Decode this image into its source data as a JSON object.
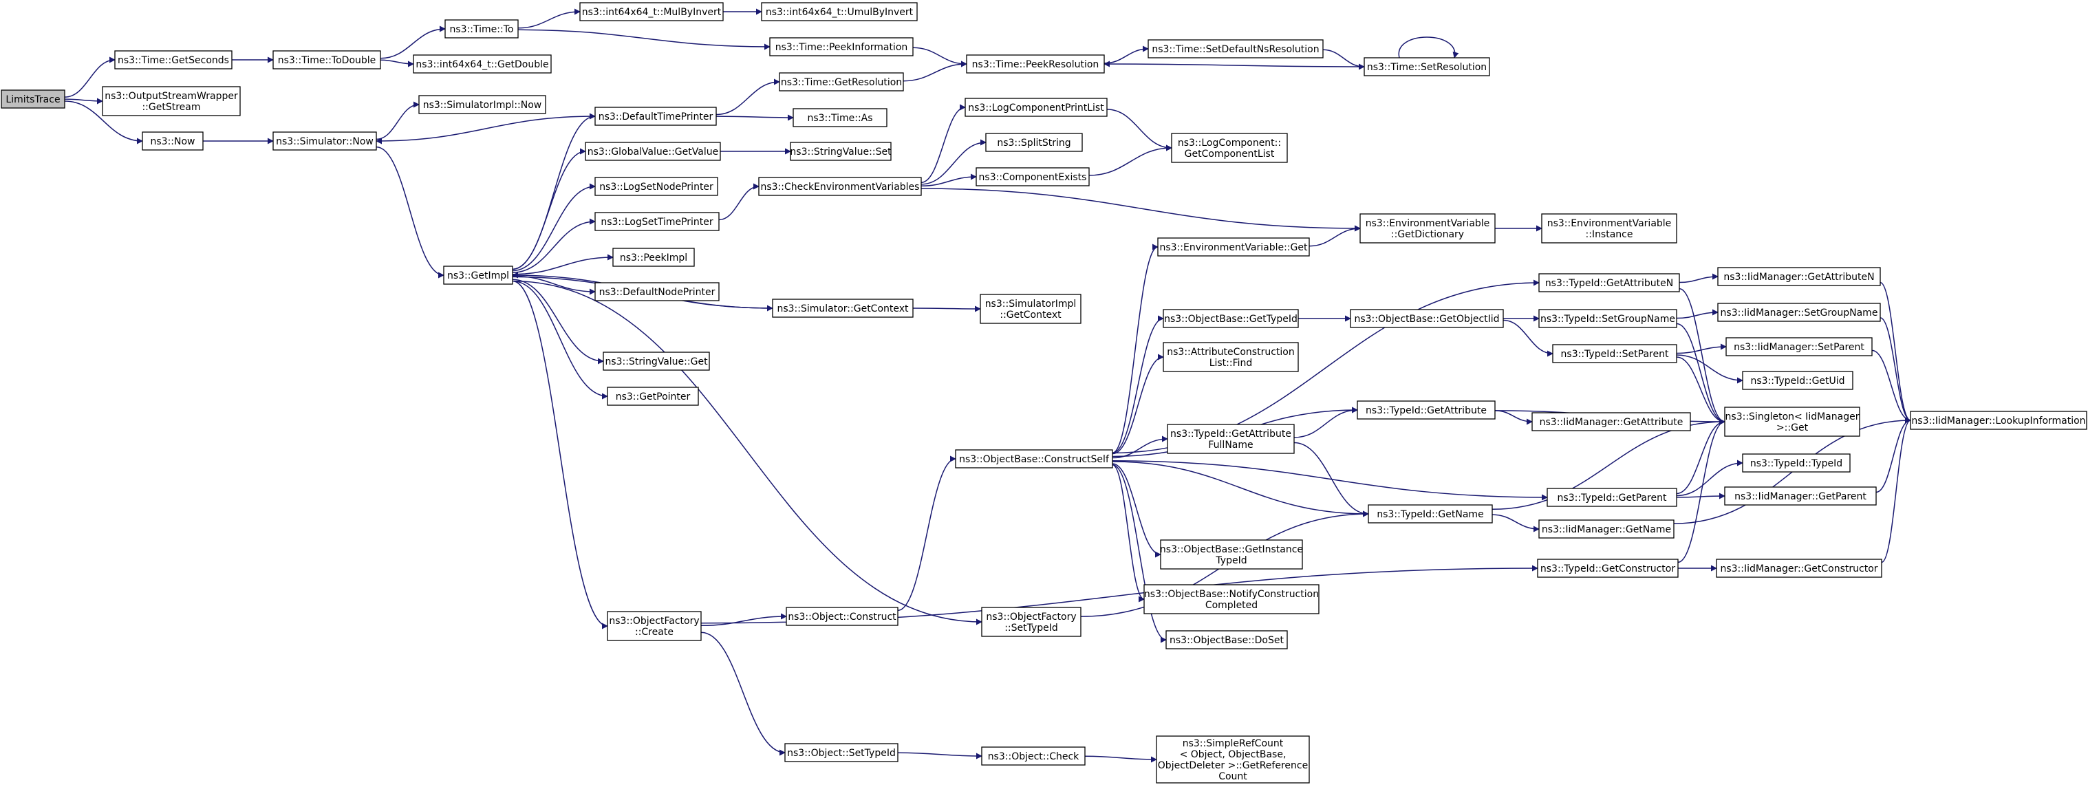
{
  "nodes": [
    {
      "id": "limits",
      "lines": [
        "LimitsTrace"
      ],
      "root": true
    },
    {
      "id": "getseconds",
      "lines": [
        "ns3::Time::GetSeconds"
      ]
    },
    {
      "id": "osw",
      "lines": [
        "ns3::OutputStreamWrapper",
        "::GetStream"
      ]
    },
    {
      "id": "now",
      "lines": [
        "ns3::Now"
      ]
    },
    {
      "id": "todouble",
      "lines": [
        "ns3::Time::ToDouble"
      ]
    },
    {
      "id": "simnow",
      "lines": [
        "ns3::Simulator::Now"
      ]
    },
    {
      "id": "timeto",
      "lines": [
        "ns3::Time::To"
      ]
    },
    {
      "id": "i64getdouble",
      "lines": [
        "ns3::int64x64_t::GetDouble"
      ]
    },
    {
      "id": "simimplnow",
      "lines": [
        "ns3::SimulatorImpl::Now"
      ]
    },
    {
      "id": "getimpl",
      "lines": [
        "ns3::GetImpl"
      ]
    },
    {
      "id": "mulbyinvert",
      "lines": [
        "ns3::int64x64_t::MulByInvert"
      ]
    },
    {
      "id": "umulbyinvert",
      "lines": [
        "ns3::int64x64_t::UmulByInvert"
      ]
    },
    {
      "id": "peekinfo",
      "lines": [
        "ns3::Time::PeekInformation"
      ]
    },
    {
      "id": "peekres",
      "lines": [
        "ns3::Time::PeekResolution"
      ]
    },
    {
      "id": "setdefns",
      "lines": [
        "ns3::Time::SetDefaultNsResolution"
      ]
    },
    {
      "id": "setres",
      "lines": [
        "ns3::Time::SetResolution"
      ]
    },
    {
      "id": "deftimeprinter",
      "lines": [
        "ns3::DefaultTimePrinter"
      ]
    },
    {
      "id": "getres",
      "lines": [
        "ns3::Time::GetResolution"
      ]
    },
    {
      "id": "timeas",
      "lines": [
        "ns3::Time::As"
      ]
    },
    {
      "id": "gvgetvalue",
      "lines": [
        "ns3::GlobalValue::GetValue"
      ]
    },
    {
      "id": "svset",
      "lines": [
        "ns3::StringValue::Set"
      ]
    },
    {
      "id": "lognodeprinter",
      "lines": [
        "ns3::LogSetNodePrinter"
      ]
    },
    {
      "id": "logtimeprinter",
      "lines": [
        "ns3::LogSetTimePrinter"
      ]
    },
    {
      "id": "checkenv",
      "lines": [
        "ns3::CheckEnvironmentVariables"
      ]
    },
    {
      "id": "peekimpl",
      "lines": [
        "ns3::PeekImpl"
      ]
    },
    {
      "id": "defnodeprinter",
      "lines": [
        "ns3::DefaultNodePrinter"
      ]
    },
    {
      "id": "simgetcontext",
      "lines": [
        "ns3::Simulator::GetContext"
      ]
    },
    {
      "id": "simimplgetcontext",
      "lines": [
        "ns3::SimulatorImpl",
        "::GetContext"
      ]
    },
    {
      "id": "svget",
      "lines": [
        "ns3::StringValue::Get"
      ]
    },
    {
      "id": "getpointer",
      "lines": [
        "ns3::GetPointer"
      ]
    },
    {
      "id": "logprintlist",
      "lines": [
        "ns3::LogComponentPrintList"
      ]
    },
    {
      "id": "splitstring",
      "lines": [
        "ns3::SplitString"
      ]
    },
    {
      "id": "compexists",
      "lines": [
        "ns3::ComponentExists"
      ]
    },
    {
      "id": "logcomplist",
      "lines": [
        "ns3::LogComponent::",
        "GetComponentList"
      ]
    },
    {
      "id": "envgetdict",
      "lines": [
        "ns3::EnvironmentVariable",
        "::GetDictionary"
      ]
    },
    {
      "id": "envinstance",
      "lines": [
        "ns3::EnvironmentVariable",
        "::Instance"
      ]
    },
    {
      "id": "envget",
      "lines": [
        "ns3::EnvironmentVariable::Get"
      ]
    },
    {
      "id": "tidgetattrn",
      "lines": [
        "ns3::TypeId::GetAttributeN"
      ]
    },
    {
      "id": "iidgetattrn",
      "lines": [
        "ns3::IidManager::GetAttributeN"
      ]
    },
    {
      "id": "obgettypeid",
      "lines": [
        "ns3::ObjectBase::GetTypeId"
      ]
    },
    {
      "id": "obgetobjtid",
      "lines": [
        "ns3::ObjectBase::GetObjectIid"
      ]
    },
    {
      "id": "tidsetgroup",
      "lines": [
        "ns3::TypeId::SetGroupName"
      ]
    },
    {
      "id": "iidsetgroup",
      "lines": [
        "ns3::IidManager::SetGroupName"
      ]
    },
    {
      "id": "tidsetparent",
      "lines": [
        "ns3::TypeId::SetParent"
      ]
    },
    {
      "id": "iidsetparent",
      "lines": [
        "ns3::IidManager::SetParent"
      ]
    },
    {
      "id": "tidgetuid",
      "lines": [
        "ns3::TypeId::GetUid"
      ]
    },
    {
      "id": "acfind",
      "lines": [
        "ns3::AttributeConstruction",
        "List::Find"
      ]
    },
    {
      "id": "tidgetattr",
      "lines": [
        "ns3::TypeId::GetAttribute"
      ]
    },
    {
      "id": "iidgetattr",
      "lines": [
        "ns3::IidManager::GetAttribute"
      ]
    },
    {
      "id": "singleton",
      "lines": [
        "ns3::Singleton< IidManager",
        " >::Get"
      ]
    },
    {
      "id": "lookup",
      "lines": [
        "ns3::IidManager::LookupInformation"
      ]
    },
    {
      "id": "tidgetattrfull",
      "lines": [
        "ns3::TypeId::GetAttribute",
        "FullName"
      ]
    },
    {
      "id": "construct_self",
      "lines": [
        "ns3::ObjectBase::ConstructSelf"
      ]
    },
    {
      "id": "tidtypeid",
      "lines": [
        "ns3::TypeId::TypeId"
      ]
    },
    {
      "id": "tidgetparent",
      "lines": [
        "ns3::TypeId::GetParent"
      ]
    },
    {
      "id": "iidgetparent",
      "lines": [
        "ns3::IidManager::GetParent"
      ]
    },
    {
      "id": "tidgetname",
      "lines": [
        "ns3::TypeId::GetName"
      ]
    },
    {
      "id": "iidgetname",
      "lines": [
        "ns3::IidManager::GetName"
      ]
    },
    {
      "id": "obgetinstance",
      "lines": [
        "ns3::ObjectBase::GetInstance",
        "TypeId"
      ]
    },
    {
      "id": "tidgetctor",
      "lines": [
        "ns3::TypeId::GetConstructor"
      ]
    },
    {
      "id": "iidgetctor",
      "lines": [
        "ns3::IidManager::GetConstructor"
      ]
    },
    {
      "id": "obnotify",
      "lines": [
        "ns3::ObjectBase::NotifyConstruction",
        "Completed"
      ]
    },
    {
      "id": "ofcreate",
      "lines": [
        "ns3::ObjectFactory",
        "::Create"
      ]
    },
    {
      "id": "objconstruct",
      "lines": [
        "ns3::Object::Construct"
      ]
    },
    {
      "id": "ofsettypeid",
      "lines": [
        "ns3::ObjectFactory",
        "::SetTypeId"
      ]
    },
    {
      "id": "obdoset",
      "lines": [
        "ns3::ObjectBase::DoSet"
      ]
    },
    {
      "id": "objsettypeid",
      "lines": [
        "ns3::Object::SetTypeId"
      ]
    },
    {
      "id": "objcheck",
      "lines": [
        "ns3::Object::Check"
      ]
    },
    {
      "id": "simplerefcount",
      "lines": [
        "ns3::SimpleRefCount",
        "< Object, ObjectBase,",
        " ObjectDeleter >::GetReference",
        "Count"
      ]
    }
  ],
  "edges": [
    [
      "limits",
      "getseconds"
    ],
    [
      "limits",
      "osw"
    ],
    [
      "limits",
      "now"
    ],
    [
      "getseconds",
      "todouble"
    ],
    [
      "todouble",
      "timeto"
    ],
    [
      "todouble",
      "i64getdouble"
    ],
    [
      "timeto",
      "mulbyinvert"
    ],
    [
      "timeto",
      "peekinfo"
    ],
    [
      "mulbyinvert",
      "umulbyinvert"
    ],
    [
      "peekinfo",
      "peekres"
    ],
    [
      "peekres",
      "setdefns"
    ],
    [
      "setdefns",
      "setres"
    ],
    [
      "setres",
      "peekres"
    ],
    [
      "setres",
      "setres"
    ],
    [
      "now",
      "simnow"
    ],
    [
      "simnow",
      "simimplnow"
    ],
    [
      "simnow",
      "getimpl"
    ],
    [
      "getimpl",
      "deftimeprinter"
    ],
    [
      "getimpl",
      "gvgetvalue"
    ],
    [
      "getimpl",
      "lognodeprinter"
    ],
    [
      "getimpl",
      "logtimeprinter"
    ],
    [
      "getimpl",
      "peekimpl"
    ],
    [
      "getimpl",
      "defnodeprinter"
    ],
    [
      "getimpl",
      "simgetcontext"
    ],
    [
      "getimpl",
      "svget"
    ],
    [
      "getimpl",
      "getpointer"
    ],
    [
      "getimpl",
      "ofcreate"
    ],
    [
      "getimpl",
      "ofsettypeid"
    ],
    [
      "deftimeprinter",
      "simnow"
    ],
    [
      "deftimeprinter",
      "getres"
    ],
    [
      "deftimeprinter",
      "timeas"
    ],
    [
      "getres",
      "peekres"
    ],
    [
      "gvgetvalue",
      "svset"
    ],
    [
      "logtimeprinter",
      "checkenv"
    ],
    [
      "checkenv",
      "logprintlist"
    ],
    [
      "checkenv",
      "splitstring"
    ],
    [
      "checkenv",
      "compexists"
    ],
    [
      "checkenv",
      "envgetdict"
    ],
    [
      "logprintlist",
      "logcomplist"
    ],
    [
      "compexists",
      "logcomplist"
    ],
    [
      "envgetdict",
      "envinstance"
    ],
    [
      "envget",
      "envgetdict"
    ],
    [
      "simgetcontext",
      "getimpl"
    ],
    [
      "simgetcontext",
      "simimplgetcontext"
    ],
    [
      "ofcreate",
      "objconstruct"
    ],
    [
      "ofcreate",
      "objsettypeid"
    ],
    [
      "ofcreate",
      "tidgetctor"
    ],
    [
      "objconstruct",
      "construct_self"
    ],
    [
      "ofsettypeid",
      "tidgetname"
    ],
    [
      "objsettypeid",
      "objcheck"
    ],
    [
      "objcheck",
      "simplerefcount"
    ],
    [
      "construct_self",
      "envget"
    ],
    [
      "construct_self",
      "tidgetattrn"
    ],
    [
      "construct_self",
      "obgettypeid"
    ],
    [
      "construct_self",
      "acfind"
    ],
    [
      "construct_self",
      "tidgetattr"
    ],
    [
      "construct_self",
      "tidgetattrfull"
    ],
    [
      "construct_self",
      "tidgetparent"
    ],
    [
      "construct_self",
      "tidgetname"
    ],
    [
      "construct_self",
      "obgetinstance"
    ],
    [
      "construct_self",
      "obnotify"
    ],
    [
      "construct_self",
      "obdoset"
    ],
    [
      "tidgetattrn",
      "iidgetattrn"
    ],
    [
      "tidgetattrn",
      "singleton"
    ],
    [
      "iidgetattrn",
      "lookup"
    ],
    [
      "obgettypeid",
      "obgetobjtid"
    ],
    [
      "obgetobjtid",
      "tidsetgroup"
    ],
    [
      "obgetobjtid",
      "tidsetparent"
    ],
    [
      "tidsetgroup",
      "iidsetgroup"
    ],
    [
      "tidsetgroup",
      "singleton"
    ],
    [
      "iidsetgroup",
      "lookup"
    ],
    [
      "tidsetparent",
      "iidsetparent"
    ],
    [
      "tidsetparent",
      "tidgetuid"
    ],
    [
      "tidsetparent",
      "singleton"
    ],
    [
      "iidsetparent",
      "lookup"
    ],
    [
      "tidgetattr",
      "iidgetattr"
    ],
    [
      "tidgetattr",
      "singleton"
    ],
    [
      "tidgetattrfull",
      "tidgetattr"
    ],
    [
      "tidgetattrfull",
      "tidgetname"
    ],
    [
      "tidgetparent",
      "tidtypeid"
    ],
    [
      "tidgetparent",
      "iidgetparent"
    ],
    [
      "tidgetparent",
      "singleton"
    ],
    [
      "iidgetparent",
      "lookup"
    ],
    [
      "tidgetname",
      "iidgetname"
    ],
    [
      "tidgetname",
      "singleton"
    ],
    [
      "iidgetname",
      "lookup"
    ],
    [
      "tidgetctor",
      "iidgetctor"
    ],
    [
      "tidgetctor",
      "singleton"
    ],
    [
      "iidgetctor",
      "lookup"
    ]
  ],
  "colors": {
    "edge": "#191970",
    "node_border": "#000000",
    "root_fill": "#bfbfbf",
    "node_fill": "#ffffff"
  }
}
